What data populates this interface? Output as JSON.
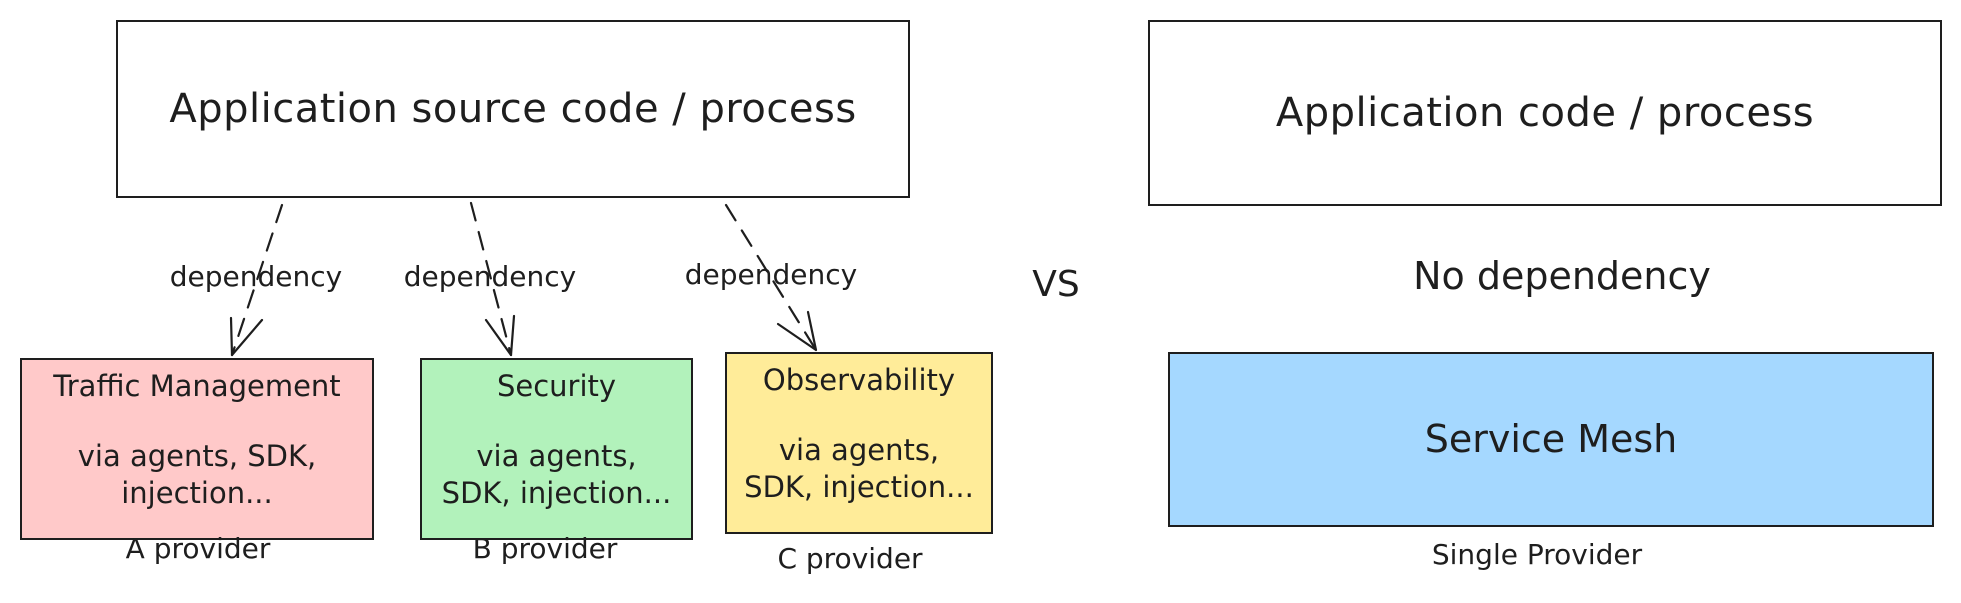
{
  "left": {
    "app_box": "Application source code / process",
    "providers": [
      {
        "dependency_label": "dependency",
        "title": "Traffic Management",
        "body_line1": "via agents, SDK,",
        "body_line2": "injection...",
        "caption": "A provider",
        "color": "#ffc9c9"
      },
      {
        "dependency_label": "dependency",
        "title": "Security",
        "body_line1": "via agents,",
        "body_line2": "SDK, injection...",
        "caption": "B provider",
        "color": "#b2f2bb"
      },
      {
        "dependency_label": "dependency",
        "title": "Observability",
        "body_line1": "via agents,",
        "body_line2": "SDK, injection...",
        "caption": "C provider",
        "color": "#ffec99"
      }
    ]
  },
  "vs_label": "VS",
  "right": {
    "app_box": "Application code / process",
    "no_dependency_label": "No dependency",
    "mesh_box": "Service Mesh",
    "mesh_color": "#a5d8ff",
    "caption": "Single Provider"
  }
}
